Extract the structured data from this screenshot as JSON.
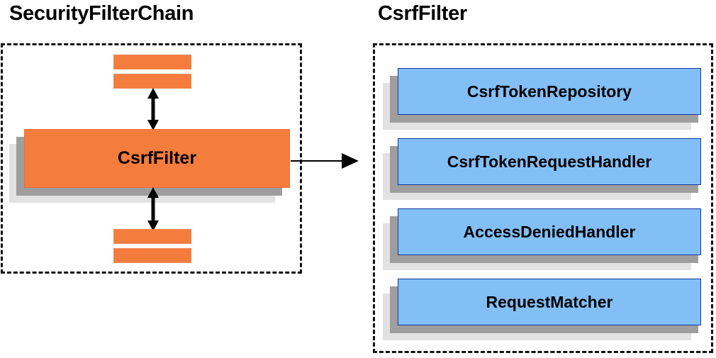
{
  "diagram": {
    "type": "component-relationship",
    "background_color": "#ffffff",
    "accent_orange": "#f47c3c",
    "accent_blue": "#82bff7",
    "shadow_mid": "#9e9e9e",
    "shadow_light": "#e2e2e2",
    "border_blue": "#13379f",
    "panels": [
      {
        "id": "security-filter-chain",
        "title": "SecurityFilterChain",
        "highlight": "CsrfFilter",
        "filters_above": 2,
        "filters_below": 2
      },
      {
        "id": "csrf-filter",
        "title": "CsrfFilter",
        "collaborators": [
          "CsrfTokenRepository",
          "CsrfTokenRequestHandler",
          "AccessDeniedHandler",
          "RequestMatcher"
        ]
      }
    ],
    "connector": {
      "from": "CsrfFilter",
      "to": "CsrfFilter detail panel",
      "style": "single-headed-arrow"
    },
    "internal_connectors": [
      {
        "style": "double-headed-arrow",
        "position": "above-csrffilter"
      },
      {
        "style": "double-headed-arrow",
        "position": "below-csrffilter"
      }
    ]
  }
}
